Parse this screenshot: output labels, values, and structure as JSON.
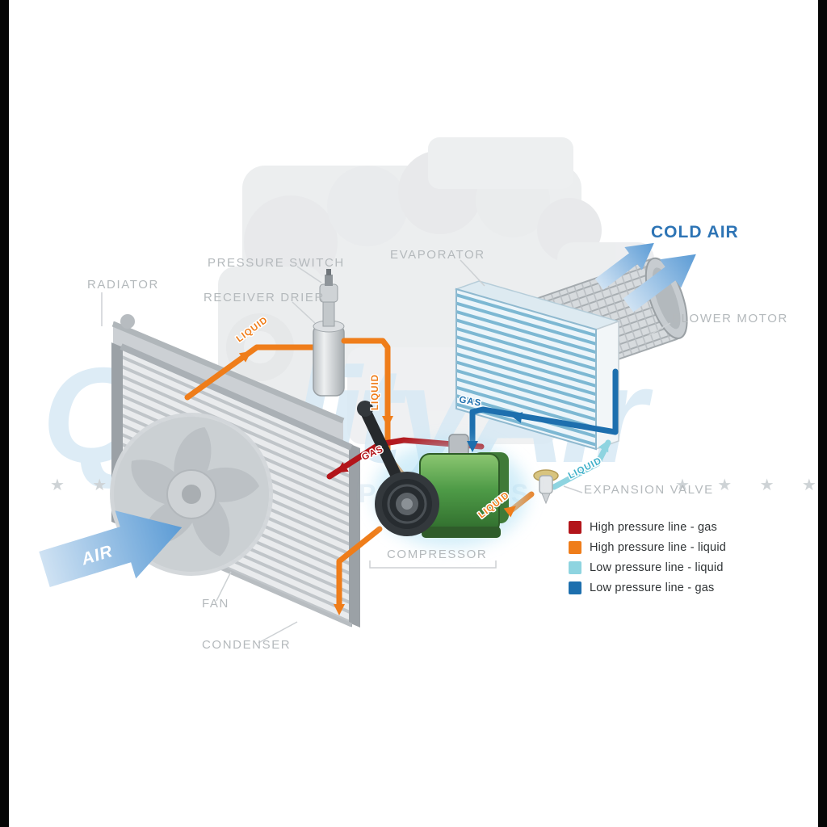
{
  "watermark": {
    "brand": "QualityAir",
    "tagline": "AUTO PARTS",
    "stars_left": "★ ★",
    "stars_right": "★ ★ ★ ★"
  },
  "component_labels": {
    "radiator": "RADIATOR",
    "pressure_switch": "PRESSURE SWITCH",
    "receiver_drier": "RECEIVER DRIER",
    "evaporator": "EVAPORATOR",
    "cold_air": "COLD AIR",
    "blower_motor": "BLOWER MOTOR",
    "expansion_valve": "EXPANSION VALVE",
    "compressor": "COMPRESSOR",
    "fan": "FAN",
    "condenser": "CONDENSER",
    "air_flow": "AIR"
  },
  "pipe_labels": {
    "liquid_condenser_to_drier": "LIQUID",
    "liquid_drier_down": "LIQUID",
    "liquid_to_expansion_valve": "LIQUID",
    "liquid_low_pressure": "LIQUID",
    "gas_high_pressure": "GAS",
    "gas_low_pressure": "GAS"
  },
  "legend": {
    "items": [
      {
        "label": "High pressure line - gas",
        "color": "#b3151a"
      },
      {
        "label": "High pressure line - liquid",
        "color": "#ef7d1a"
      },
      {
        "label": "Low pressure line - liquid",
        "color": "#8ed4e0"
      },
      {
        "label": "Low pressure line -  gas",
        "color": "#1d6fae"
      }
    ]
  },
  "colors": {
    "high_pressure_gas_line": "#b3151a",
    "high_pressure_liquid_line": "#ef7d1a",
    "low_pressure_liquid_line": "#8ed4e0",
    "low_pressure_gas_line": "#1d6fae",
    "cold_air_text": "#2d74b5",
    "component_label_gray": "#b4b9bc",
    "compressor_green": "#4e9b47",
    "air_arrow_blue": "#5b9bd5"
  }
}
